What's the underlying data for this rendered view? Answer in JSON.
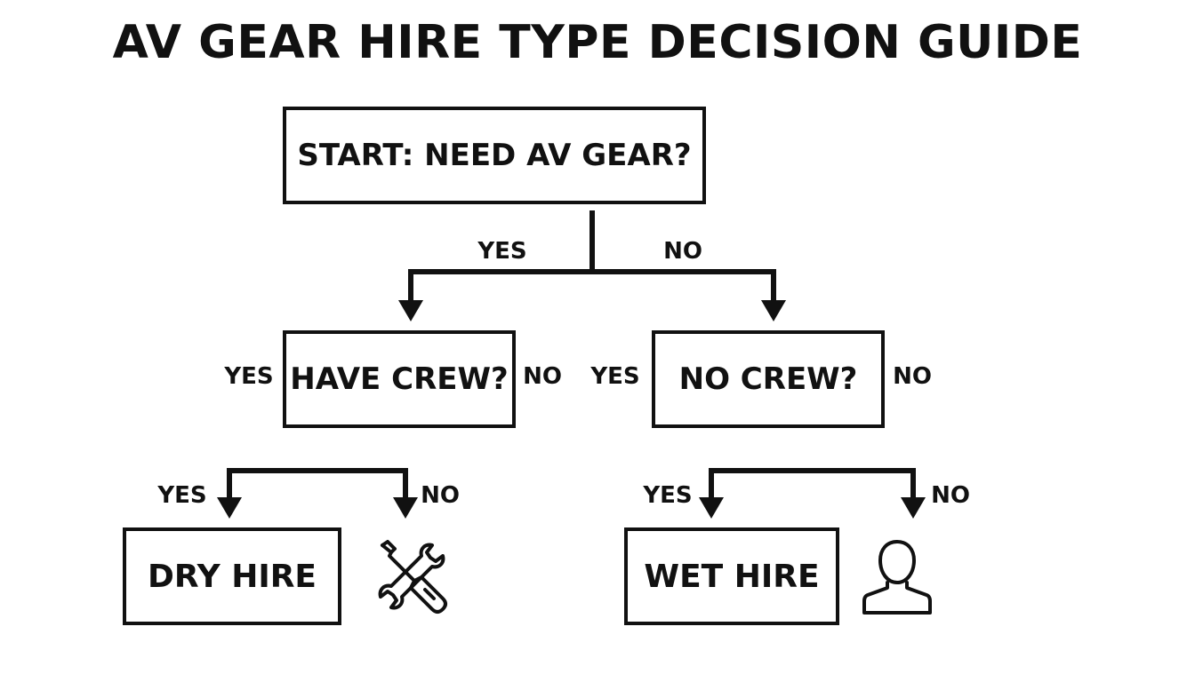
{
  "title": "AV GEAR HIRE TYPE DECISION GUIDE",
  "nodes": {
    "start": "START: NEED AV GEAR?",
    "have_crew": "HAVE CREW?",
    "no_crew": "NO CREW?",
    "dry_hire": "DRY HIRE",
    "wet_hire": "WET HIRE"
  },
  "labels": {
    "start_yes": "YES",
    "start_no": "NO",
    "have_crew_left_yes": "YES",
    "have_crew_right_no": "NO",
    "no_crew_left_yes": "YES",
    "no_crew_right_no": "NO",
    "have_crew_branch_yes": "YES",
    "have_crew_branch_no": "NO",
    "no_crew_branch_yes": "YES",
    "no_crew_branch_no": "NO"
  },
  "icons": {
    "dry_hire": "tools-icon",
    "wet_hire": "person-icon"
  },
  "colors": {
    "ink": "#111111",
    "background": "#ffffff"
  }
}
